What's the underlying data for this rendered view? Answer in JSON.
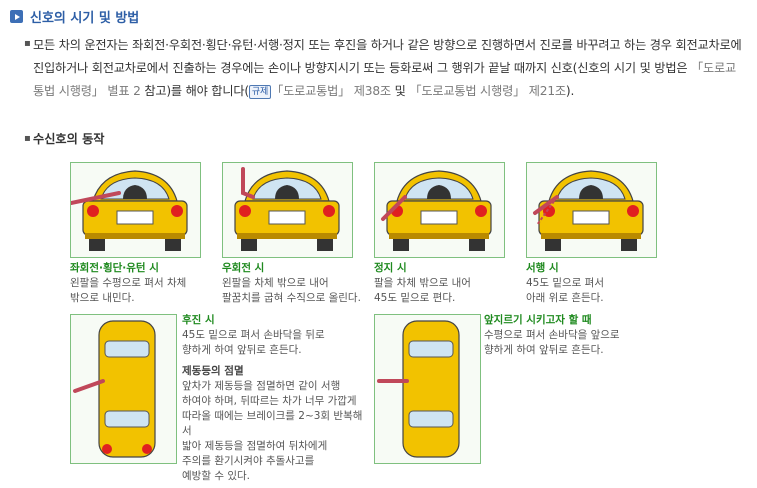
{
  "header": {
    "title": "신호의 시기 및 방법"
  },
  "intro": {
    "part1": "모든 차의 운전자는 좌회전·우회전·횡단·유턴·서행·정지 또는 후진을 하거나 같은 방향으로 진행하면서 진로를 바꾸려고 하는 경우 회전교차로에 진입하거나 회전교차로에서 진출하는 경우에는 손이나 방향지시기 또는 등화로써 그 행위가 끝날 때까지 신호(신호의 시기 및 방법은",
    "law1": "「도로교통법 시행령」 별표 2",
    "part2": "참고)를 해야 합니다(",
    "badge": "규제",
    "law2": "「도로교통법」 제38조",
    "part3": "및",
    "law3": "「도로교통법 시행령」 제21조",
    "part4": ")."
  },
  "subheading": "수신호의 동작",
  "bullet_glyph": "▪",
  "signals": [
    {
      "title": "좌회전·횡단·유턴 시",
      "lines": [
        "왼팔을 수평으로 펴서 차체",
        "밖으로 내민다."
      ]
    },
    {
      "title": "우회전 시",
      "lines": [
        "왼팔을 차체 밖으로 내어",
        "팔꿈치를 굽혀 수직으로 올린다."
      ]
    },
    {
      "title": "정지 시",
      "lines": [
        "팔을 차체 밖으로 내어",
        "45도 밑으로 편다."
      ]
    },
    {
      "title": "서행 시",
      "lines": [
        "45도 밑으로 펴서",
        "아래 위로 흔든다."
      ]
    },
    {
      "title": "후진 시",
      "lines": [
        "45도 밑으로 펴서 손바닥을 뒤로",
        "향하게 하여 앞뒤로 흔든다."
      ]
    },
    {
      "title": "앞지르기 시키고자 할 때",
      "lines": [
        "수평으로 펴서 손바닥을 앞으로",
        "향하게 하여 앞뒤로 흔든다."
      ]
    }
  ],
  "brake_note": {
    "title": "제동등의 점멸",
    "lines": [
      "앞차가 제동등을 점멸하면 같이 서행",
      "하여야 하며, 뒤따르는 차가 너무 가깝게",
      "따라올 때에는 브레이크를 2~3회 반복해서",
      "밟아 제동등을 점멸하여 뒤차에게",
      "주의를 환기시켜야 추돌사고를",
      "예방할 수 있다."
    ]
  },
  "colors": {
    "car_body": "#f2c200",
    "card_border": "#7fc07f",
    "caption_title": "#1f8a1f",
    "header_title": "#2d5ea6"
  }
}
